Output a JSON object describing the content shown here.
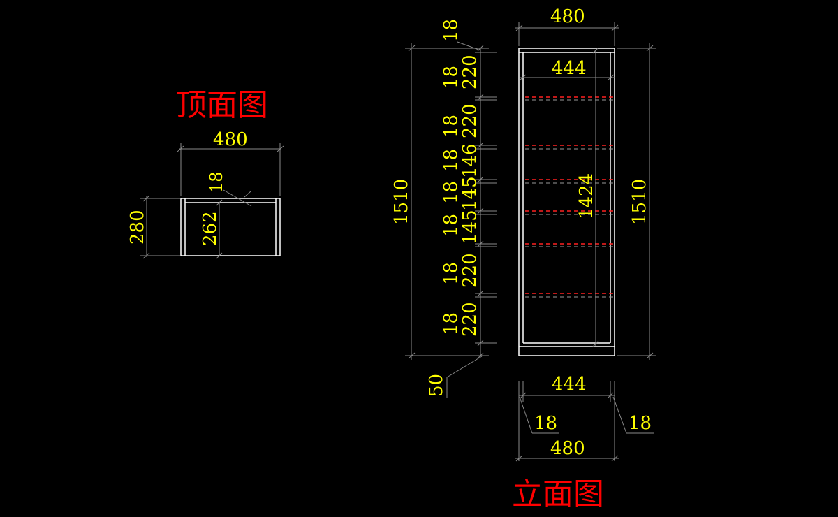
{
  "top_view": {
    "title": "顶面图",
    "width_label": "480",
    "depth_label": "280",
    "panel_label": "18",
    "inner_depth_label": "262"
  },
  "elevation_view": {
    "title": "立面图",
    "top_width_label": "480",
    "inner_width_top_label": "444",
    "total_height_left_label": "1510",
    "total_height_right_label": "1510",
    "inner_height_label": "1424",
    "base_label": "50",
    "bottom_inner_width_label": "444",
    "side_left_label": "18",
    "side_right_label": "18",
    "bottom_width_label": "480",
    "stack_outer": [
      "18",
      "18",
      "18",
      "18",
      "18",
      "18",
      "18",
      "18"
    ],
    "stack_inner": [
      "220",
      "220",
      "146",
      "145",
      "145",
      "220",
      "220"
    ]
  },
  "colors": {
    "background": "#000000",
    "dimension_text": "#ffff00",
    "title_text": "#ff0000",
    "outline": "#ffffff",
    "shelf_line": "#ff2020"
  }
}
